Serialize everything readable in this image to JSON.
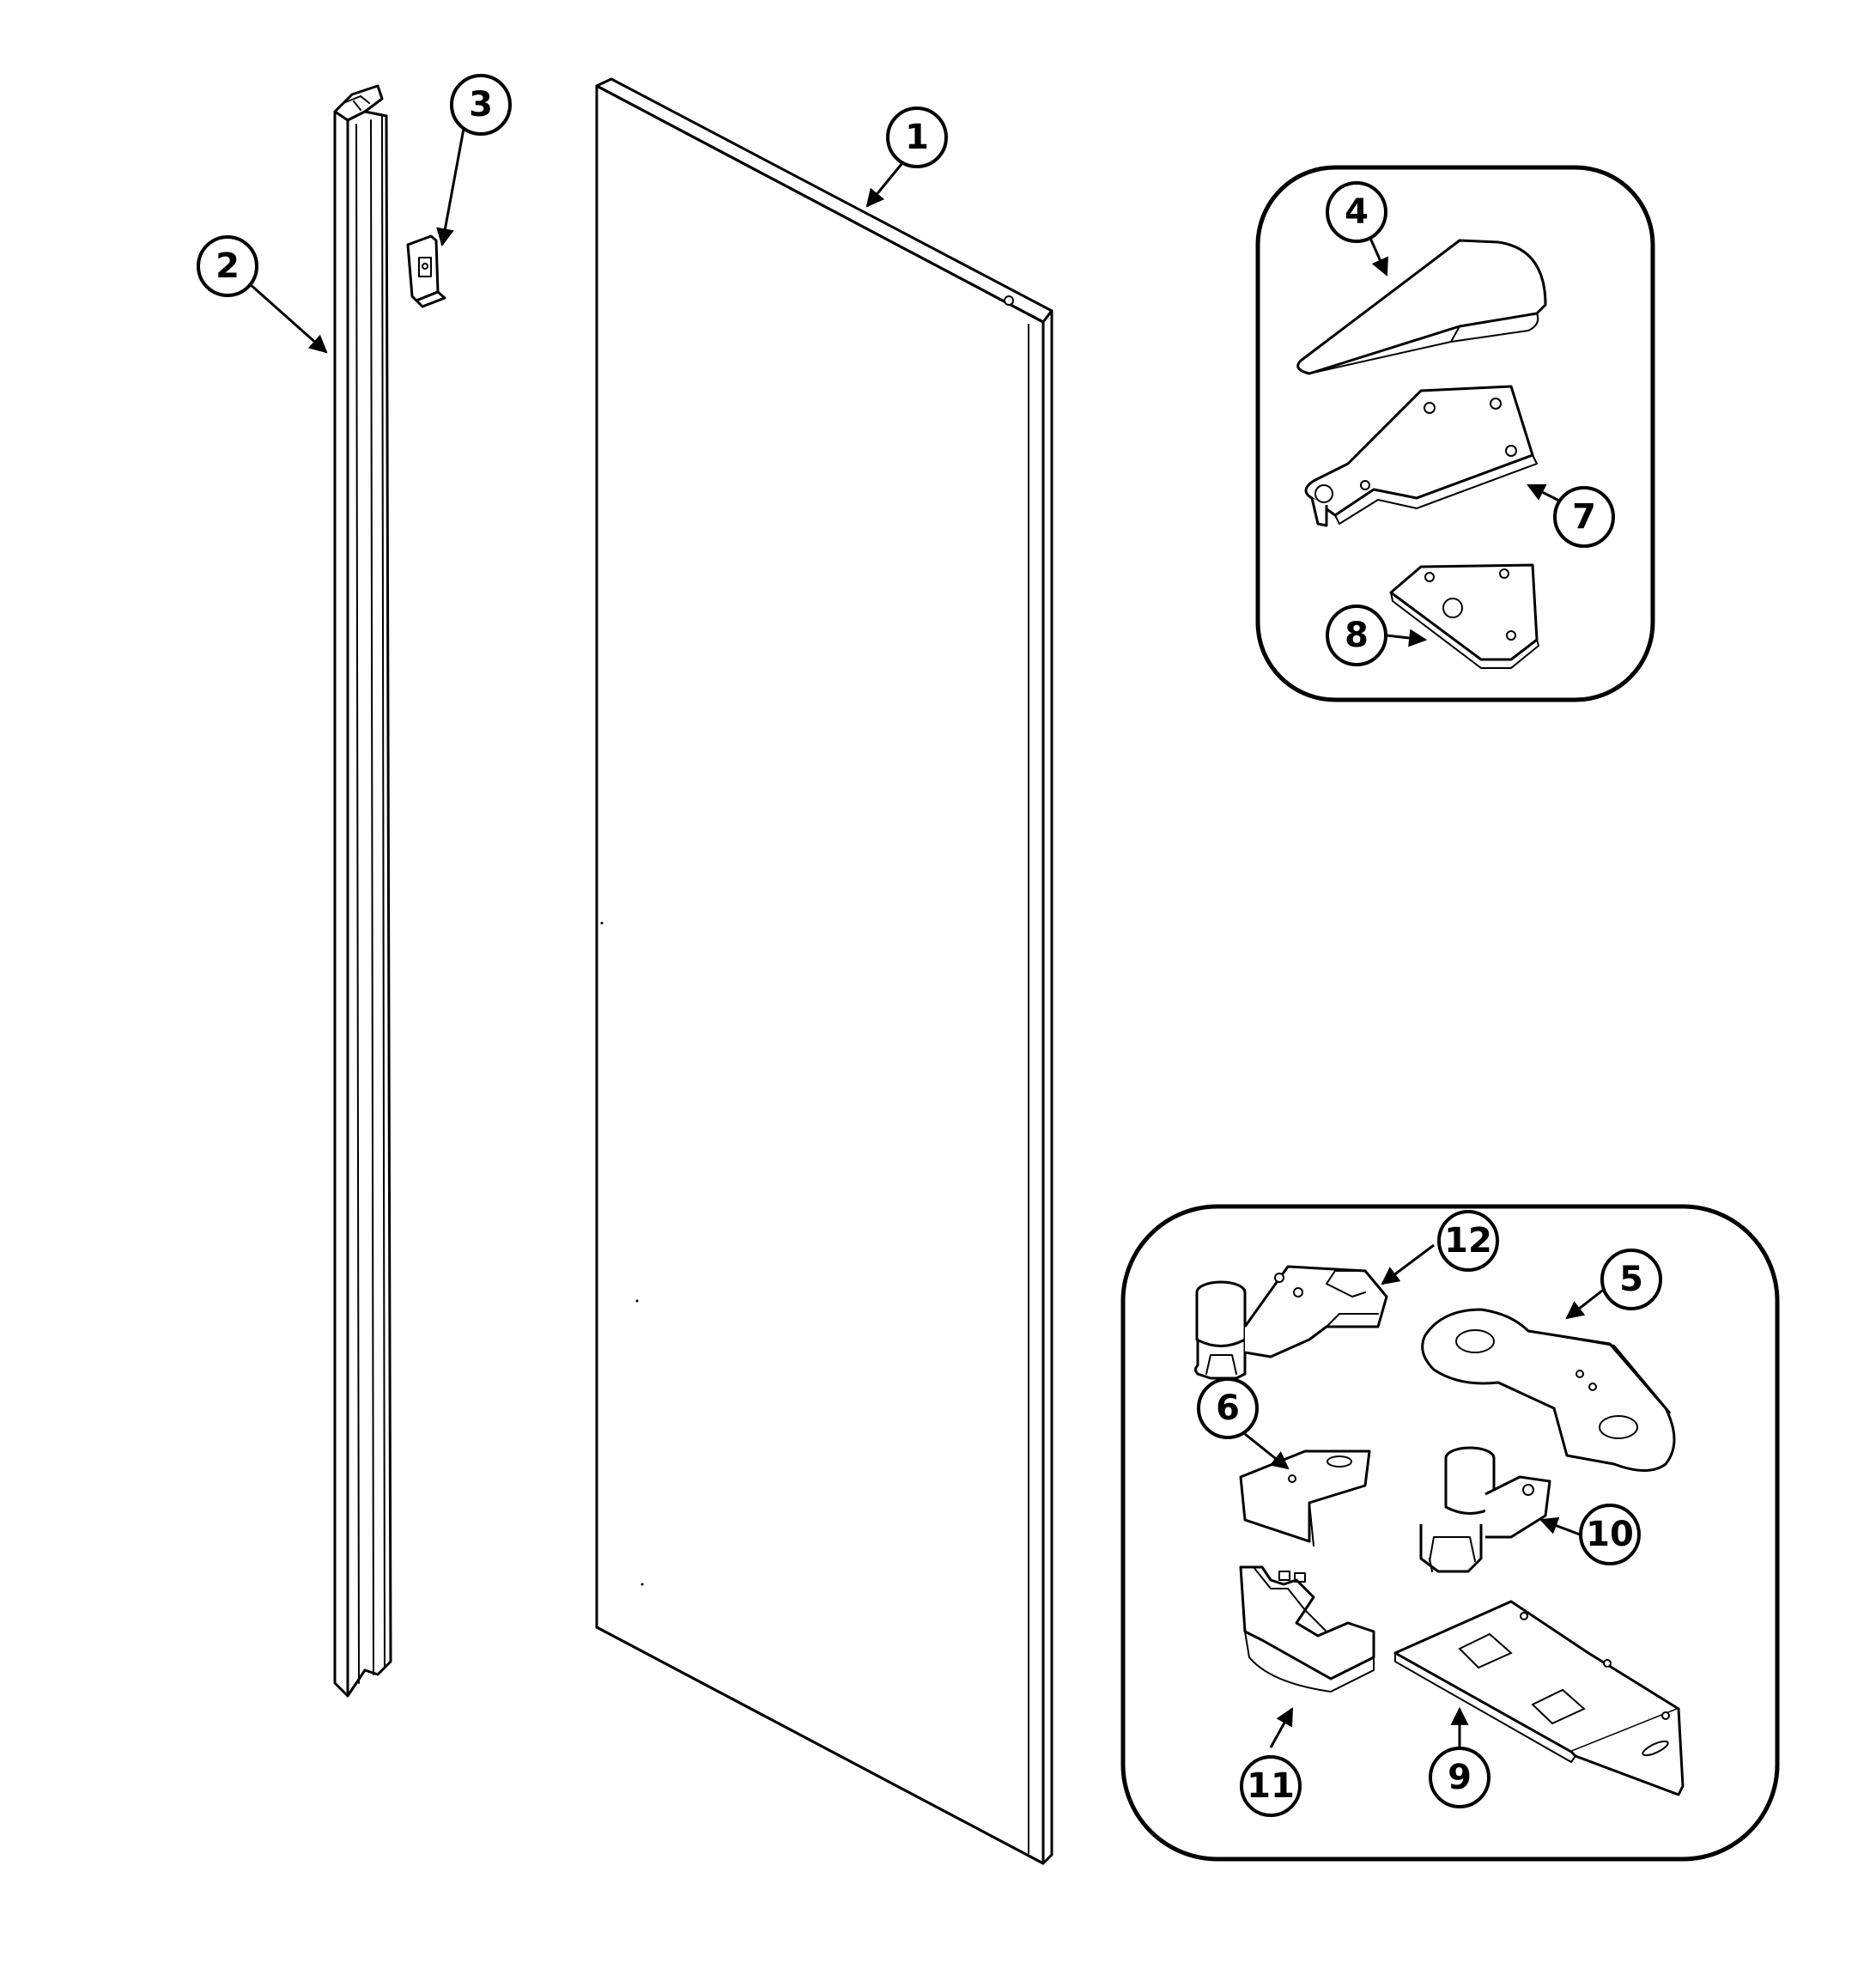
{
  "callouts": [
    {
      "id": "1",
      "label": "1"
    },
    {
      "id": "2",
      "label": "2"
    },
    {
      "id": "3",
      "label": "3"
    },
    {
      "id": "4",
      "label": "4"
    },
    {
      "id": "5",
      "label": "5"
    },
    {
      "id": "6",
      "label": "6"
    },
    {
      "id": "7",
      "label": "7"
    },
    {
      "id": "8",
      "label": "8"
    },
    {
      "id": "9",
      "label": "9"
    },
    {
      "id": "10",
      "label": "10"
    },
    {
      "id": "11",
      "label": "11"
    },
    {
      "id": "12",
      "label": "12"
    }
  ]
}
